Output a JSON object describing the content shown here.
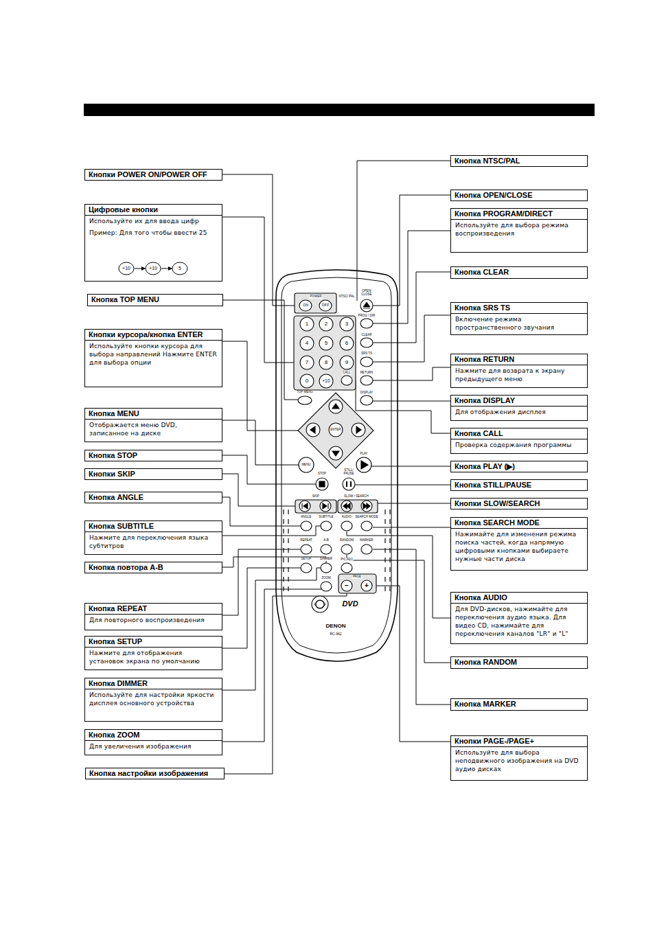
{
  "diagram": {
    "nodes": [
      {
        "text": [
          "Кнопки POWER ON/POWER OFF"
        ]
      },
      {
        "text": [
          "Цифровые кнопки",
          "Используйте их для ввода цифр",
          "Пример: Для того чтобы ввести 25"
        ]
      },
      {
        "text": [
          "Кнопка TOP MENU"
        ]
      },
      {
        "text": [
          "Кнопки курсора/кнопка ENTER",
          "Используйте кнопки курсора для выбора направлений Нажмите ENTER для выбора опции"
        ]
      },
      {
        "text": [
          "Кнопка MENU",
          "Отображается меню DVD, записанное на диске"
        ]
      },
      {
        "text": [
          "Кнопка STOP"
        ]
      },
      {
        "text": [
          "Кнопки SKIP"
        ]
      },
      {
        "text": [
          "Кнопка ANGLE"
        ]
      },
      {
        "text": [
          "Кнопка SUBTITLE",
          "Нажмите для переключения языка субтитров"
        ]
      },
      {
        "text": [
          "Кнопка повтора A-B"
        ]
      },
      {
        "text": [
          "Кнопка REPEAT",
          "Для повторного воспроизведения"
        ]
      },
      {
        "text": [
          "Кнопка SETUP",
          "Нажмите для отображения установок экрана по умолчанию"
        ]
      },
      {
        "text": [
          "Кнопка DIMMER",
          "Используйте для настройки яркости дисплея основного устройства"
        ]
      },
      {
        "text": [
          "Кнопка ZOOM",
          "Для увеличения изображения"
        ]
      },
      {
        "text": [
          "Кнопка настройки изображения"
        ]
      },
      {
        "text": [
          "Кнопка NTSC/PAL"
        ]
      },
      {
        "text": [
          "Кнопка OPEN/CLOSE"
        ]
      },
      {
        "text": [
          "Кнопка PROGRAM/DIRECT",
          "Используйте для выбора режима воспроизведения"
        ]
      },
      {
        "text": [
          "Кнопка CLEAR"
        ]
      },
      {
        "text": [
          "Кнопка SRS TS",
          "Включение режима пространственного звучания"
        ]
      },
      {
        "text": [
          "Кнопка RETURN",
          "Нажмите для возврата к экрану предыдущего меню"
        ]
      },
      {
        "text": [
          "Кнопка DISPLAY",
          "Для отображения дисплея"
        ]
      },
      {
        "text": [
          "Кнопка CALL",
          "Проверка содержания программы"
        ]
      },
      {
        "text": [
          "Кнопка PLAY (▶)"
        ]
      },
      {
        "text": [
          "Кнопка STILL/PAUSE"
        ]
      },
      {
        "text": [
          "Кнопки SLOW/SEARCH"
        ]
      },
      {
        "text": [
          "Кнопка SEARCH MODE",
          "Нажимайте для изменения режима поиска частей, когда напрямую цифровыми кнопками выбираете нужные части диска"
        ]
      },
      {
        "text": [
          "Кнопка AUDIO",
          "Для DVD-дисков, нажимайте для переключения аудио языка. Для видео CD, нажимайте для переключения каналов \"LR\" и \"L\""
        ]
      },
      {
        "text": [
          "Кнопка RANDOM"
        ]
      },
      {
        "text": [
          "Кнопка MARKER"
        ]
      },
      {
        "text": [
          "Кнопки PAGE-/PAGE+",
          "Используйте для выбора неподвижного изображения на DVD аудио дисках"
        ]
      }
    ],
    "labels": [
      "POWER",
      "ON",
      "OFF",
      "NTSC/ PAL",
      "OPEN/ CLOSE",
      "1",
      "2",
      "3",
      "4",
      "5",
      "6",
      "7",
      "8",
      "9",
      "0",
      "+10",
      "PROG / DIR",
      "CLEAR",
      "SRS TS",
      "CALL",
      "RETURN",
      "TOP MENU",
      "DISPLAY",
      "ENTER",
      "MENU",
      "PLAY",
      "STOP",
      "STILL/ PAUSE",
      "SKIP",
      "SLOW / SEARCH",
      "ANGLE",
      "SUBTITLE",
      "AUDIO",
      "SEARCH MODE",
      "REPEAT",
      "A-B",
      "RANDOM",
      "MARKER",
      "SETUP",
      "DIMMER",
      "PIC.ADJ",
      "PAGE",
      "ZOOM",
      "−",
      "+",
      "DVD",
      "DENON",
      "RC-962",
      "+10",
      "+10",
      "5"
    ]
  }
}
